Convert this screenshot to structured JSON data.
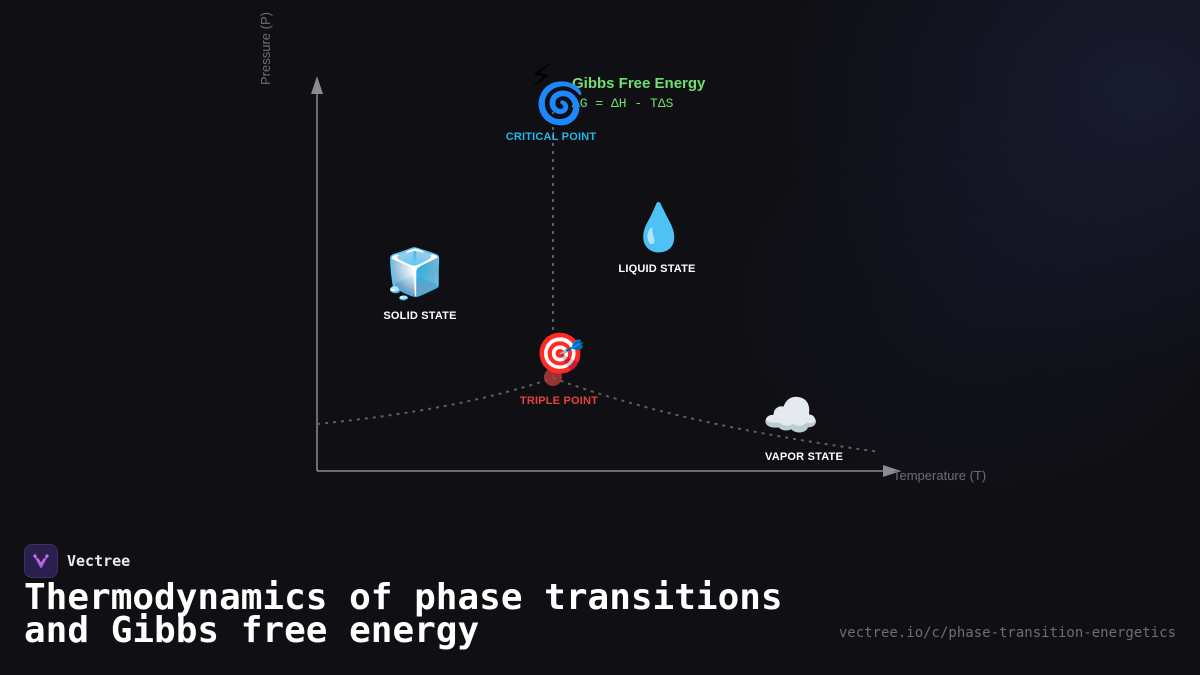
{
  "axes": {
    "x_label": "Temperature (T)",
    "y_label": "Pressure (P)"
  },
  "gibbs": {
    "icon": "lightning-emoji",
    "glyph": "⚡",
    "title": "Gibbs Free Energy",
    "equation": "ΔG = ΔH - TΔS",
    "color": "#6fe06f"
  },
  "points": {
    "critical": {
      "icon": "cyclone-emoji",
      "glyph": "🌀",
      "label": "CRITICAL POINT",
      "color": "#22b8e8"
    },
    "triple": {
      "icon": "target-emoji",
      "glyph": "🎯",
      "label": "TRIPLE POINT",
      "color": "#e8403a"
    }
  },
  "states": {
    "solid": {
      "icon": "ice-cube-emoji",
      "glyph": "🧊",
      "label": "SOLID STATE",
      "color": "#ffffff"
    },
    "liquid": {
      "icon": "droplet-emoji",
      "glyph": "💧",
      "label": "LIQUID STATE",
      "color": "#ffffff"
    },
    "vapor": {
      "icon": "cloud-emoji",
      "glyph": "☁️",
      "label": "VAPOR STATE",
      "color": "#ffffff"
    }
  },
  "footer": {
    "brand": "Vectree",
    "title_line1": "Thermodynamics of phase transitions",
    "title_line2": "and Gibbs free energy",
    "url": "vectree.io/c/phase-transition-energetics"
  }
}
